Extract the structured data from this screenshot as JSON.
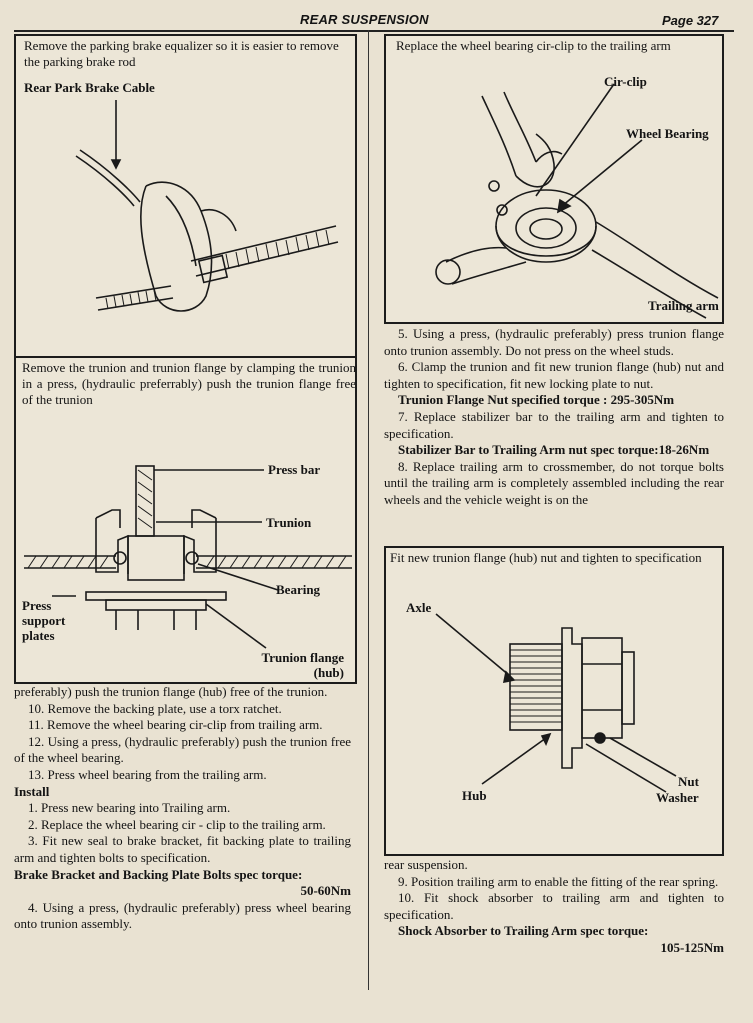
{
  "header": {
    "title": "REAR SUSPENSION",
    "page": "Page 327"
  },
  "panel1": {
    "caption": "Remove the parking brake equalizer so it is easier to remove the parking brake rod",
    "label": "Rear Park Brake Cable"
  },
  "panel2": {
    "caption": "Remove the trunion and trunion flange by clamping the trunion in a press, (hydraulic preferrably) push the trunion flange free of the trunion",
    "labels": {
      "press_bar": "Press bar",
      "trunion": "Trunion",
      "bearing": "Bearing",
      "press_support_plates": "Press support plates",
      "trunion_flange": "Trunion flange (hub)"
    }
  },
  "left_text": {
    "p0": "preferably) push the trunion flange (hub) free of the trunion.",
    "p10": "10. Remove the backing plate, use a torx ratchet.",
    "p11": "11. Remove the wheel bearing cir-clip from trailing arm.",
    "p12": "12. Using a press, (hydraulic preferably) push the trunion free of the wheel bearing.",
    "p13": "13. Press wheel bearing from the trailing arm.",
    "install": "Install",
    "i1": "1. Press new bearing into Trailing arm.",
    "i2": "2. Replace the wheel bearing cir - clip to the trailing arm.",
    "i3": "3. Fit new seal to brake bracket, fit backing plate to trailing arm and tighten bolts to specification.",
    "spec1_label": "Brake Bracket and Backing Plate Bolts spec torque:",
    "spec1_value": "50-60Nm",
    "i4": "4. Using a press, (hydraulic preferably) press wheel bearing onto trunion assembly."
  },
  "panel3": {
    "caption": "Replace the wheel bearing cir-clip to the trailing arm",
    "labels": {
      "circlip": "Cir-clip",
      "wheel_bearing": "Wheel Bearing",
      "trailing_arm": "Trailing arm"
    }
  },
  "right_text": {
    "p5": "5. Using a press, (hydraulic preferably) press trunion flange onto trunion assembly. Do not press on the wheel studs.",
    "p6": "6. Clamp the trunion and fit new trunion flange (hub) nut and tighten to specification, fit new locking plate to nut.",
    "spec2": "Trunion Flange Nut specified torque :   295-305Nm",
    "p7": "7. Replace stabilizer bar to the trailing arm and tighten to specification.",
    "spec3": "Stabilizer Bar to Trailing Arm nut spec torque:18-26Nm",
    "p8": "8. Replace trailing arm to crossmember, do not torque bolts until the trailing arm is completely assembled including the rear wheels and the vehicle weight is on the"
  },
  "panel4": {
    "caption": "Fit new trunion flange (hub) nut and tighten to specification",
    "labels": {
      "axle": "Axle",
      "hub": "Hub",
      "nut": "Nut",
      "washer": "Washer"
    }
  },
  "right_text2": {
    "p8b": "rear suspension.",
    "p9": "9. Position trailing arm to enable the fitting of the rear spring.",
    "p10": "10. Fit shock absorber to trailing arm and tighten to specification.",
    "spec4_label": "Shock Absorber to Trailing Arm spec torque:",
    "spec4_value": "105-125Nm"
  }
}
